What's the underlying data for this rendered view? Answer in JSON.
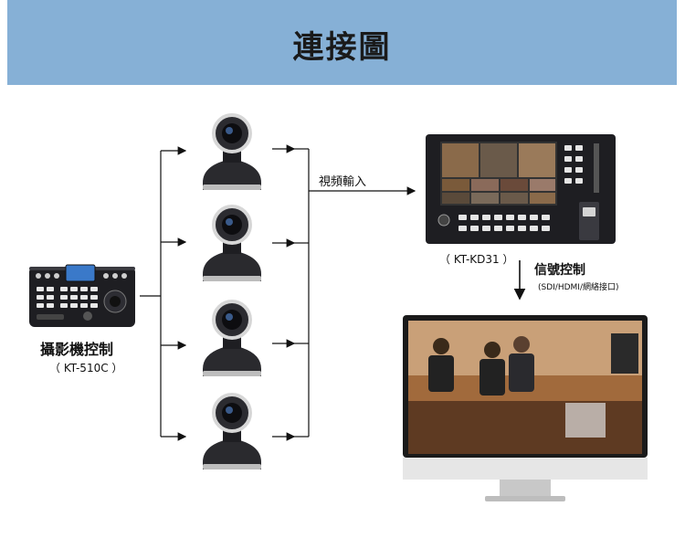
{
  "header": {
    "title": "連接圖"
  },
  "controller": {
    "name": "攝影機控制",
    "model": "（ KT-510C ）"
  },
  "switcher": {
    "model": "（ KT-KD31 ）"
  },
  "labels": {
    "video_input": "視頻輸入",
    "signal_control": "信號控制",
    "signal_interfaces": "(SDI/HDMI/網絡接口)"
  },
  "cameras": [
    {
      "id": "camera-1"
    },
    {
      "id": "camera-2"
    },
    {
      "id": "camera-3"
    },
    {
      "id": "camera-4"
    }
  ],
  "colors": {
    "banner": "#86b0d6",
    "line": "#111111",
    "device_dark": "#1e1e22",
    "screen_blue": "#3a79c9"
  }
}
